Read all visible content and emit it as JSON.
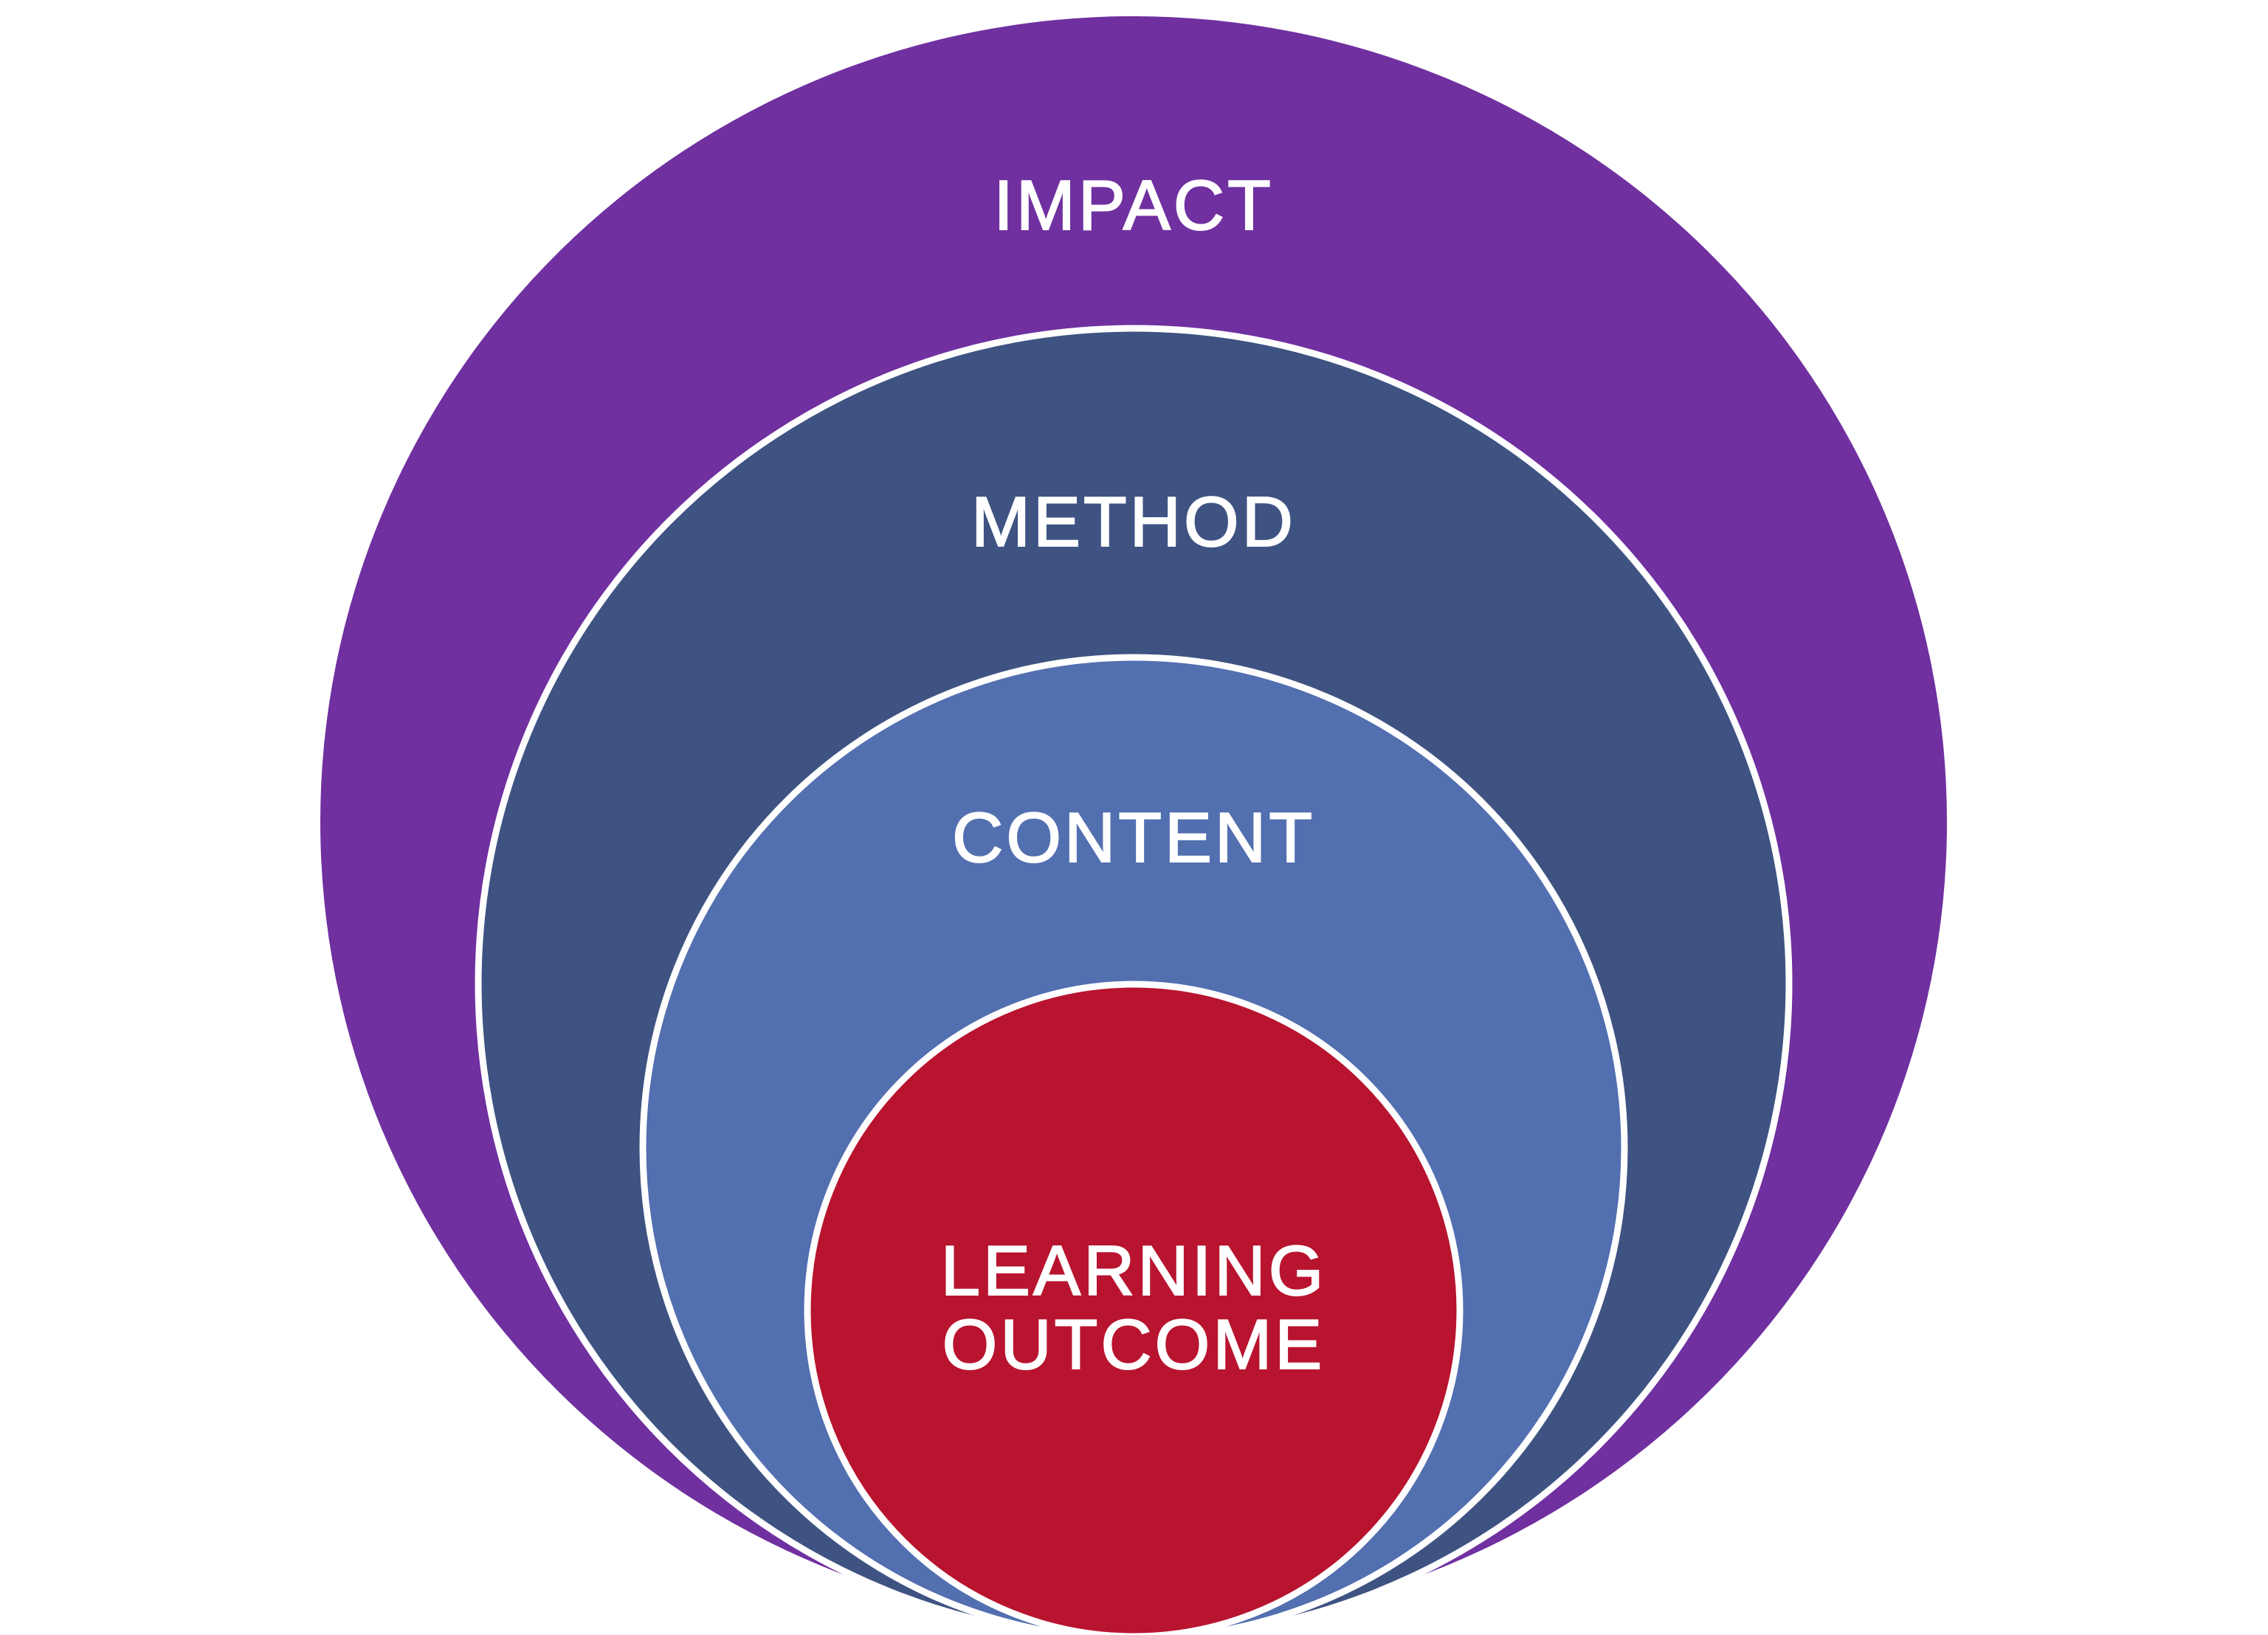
{
  "diagram": {
    "layers": [
      {
        "id": "impact",
        "label": "IMPACT",
        "color": "#7030A0"
      },
      {
        "id": "method",
        "label": "METHOD",
        "color": "#3F5382"
      },
      {
        "id": "content",
        "label": "CONTENT",
        "color": "#526FB0"
      },
      {
        "id": "learning-outcome",
        "label_line1": "LEARNING",
        "label_line2": "OUTCOME",
        "color": "#B8142F"
      }
    ],
    "border_color": "#FFFFFF"
  }
}
